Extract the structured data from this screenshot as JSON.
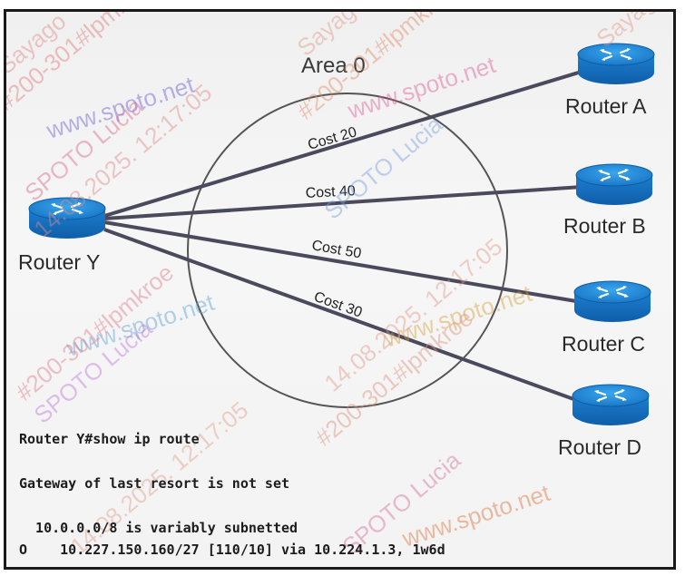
{
  "diagram": {
    "area_label": "Area 0",
    "routers": {
      "y": "Router Y",
      "a": "Router A",
      "b": "Router B",
      "c": "Router C",
      "d": "Router D"
    },
    "links": {
      "a": "Cost 20",
      "b": "Cost 40",
      "c": "Cost 50",
      "d": "Cost 30"
    },
    "router_color": "#1e88d8"
  },
  "cli": {
    "command": "Router Y#show ip route",
    "gateway": "Gateway of last resort is not set",
    "subnet_line": "  10.0.0.0/8 is variably subnetted",
    "route_line": "O    10.227.150.160/27 [110/10] via 10.224.1.3, 1w6d"
  },
  "watermark": {
    "site": "www.spoto.net",
    "name": "SPOTO Lucia",
    "user": "#200-301#lpmkroe",
    "time": "14.08.2025. 12:17:05",
    "tag": "Sayago"
  }
}
